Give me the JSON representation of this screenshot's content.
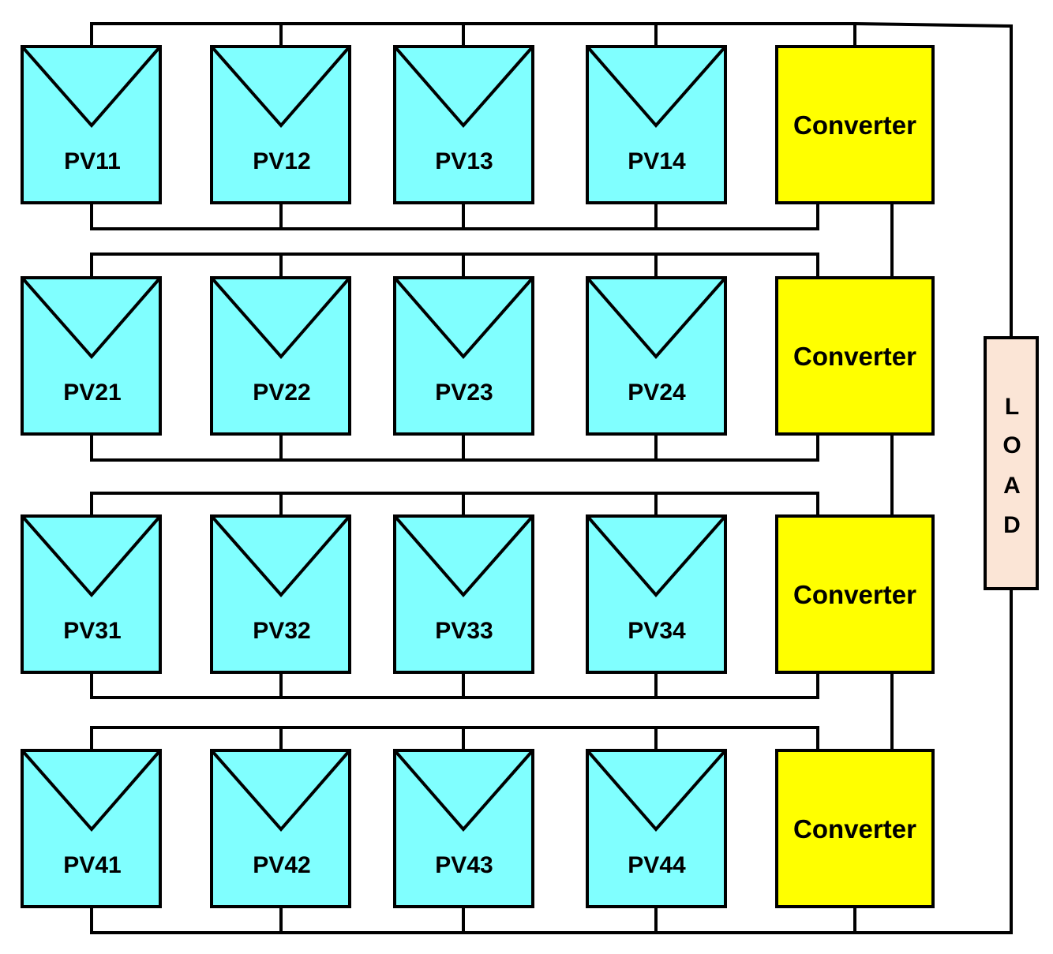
{
  "rows": [
    {
      "panels": [
        "PV11",
        "PV12",
        "PV13",
        "PV14"
      ],
      "converter": "Converter"
    },
    {
      "panels": [
        "PV21",
        "PV22",
        "PV23",
        "PV24"
      ],
      "converter": "Converter"
    },
    {
      "panels": [
        "PV31",
        "PV32",
        "PV33",
        "PV34"
      ],
      "converter": "Converter"
    },
    {
      "panels": [
        "PV41",
        "PV42",
        "PV43",
        "PV44"
      ],
      "converter": "Converter"
    }
  ],
  "load": {
    "letters": [
      "L",
      "O",
      "A",
      "D"
    ]
  },
  "colors": {
    "pv_fill": "#80ffff",
    "converter_fill": "#ffff00",
    "load_fill": "#fbe5d6",
    "wire": "#000000"
  }
}
